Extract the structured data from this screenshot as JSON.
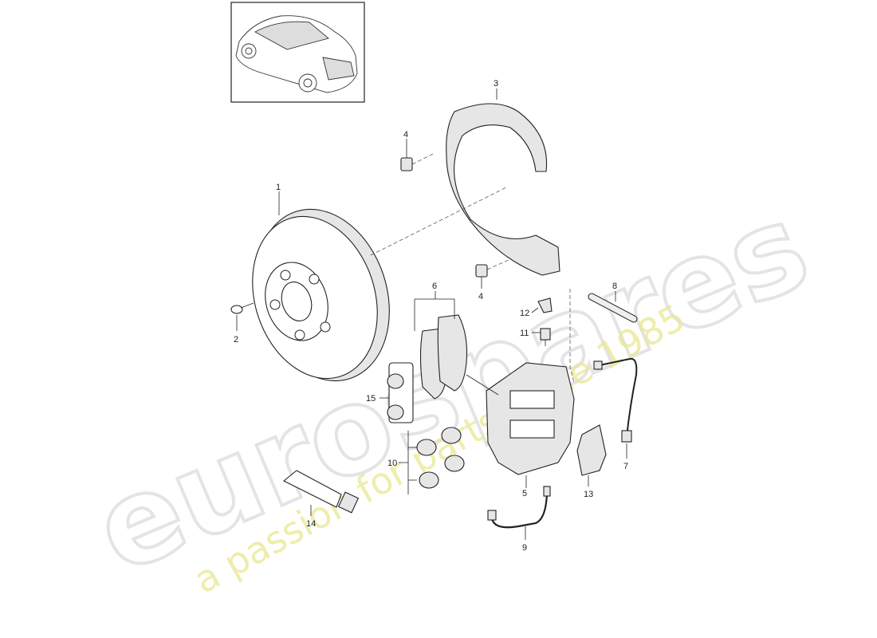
{
  "watermark": {
    "brand": "eurospares",
    "tagline": "a passion for parts since 1985"
  },
  "callouts": [
    {
      "id": "1",
      "label": "1"
    },
    {
      "id": "2",
      "label": "2"
    },
    {
      "id": "3",
      "label": "3"
    },
    {
      "id": "4a",
      "label": "4"
    },
    {
      "id": "4b",
      "label": "4"
    },
    {
      "id": "5",
      "label": "5"
    },
    {
      "id": "6",
      "label": "6"
    },
    {
      "id": "7",
      "label": "7"
    },
    {
      "id": "8",
      "label": "8"
    },
    {
      "id": "9",
      "label": "9"
    },
    {
      "id": "10",
      "label": "10"
    },
    {
      "id": "11",
      "label": "11"
    },
    {
      "id": "12",
      "label": "12"
    },
    {
      "id": "13",
      "label": "13"
    },
    {
      "id": "14",
      "label": "14"
    },
    {
      "id": "15",
      "label": "15"
    }
  ]
}
